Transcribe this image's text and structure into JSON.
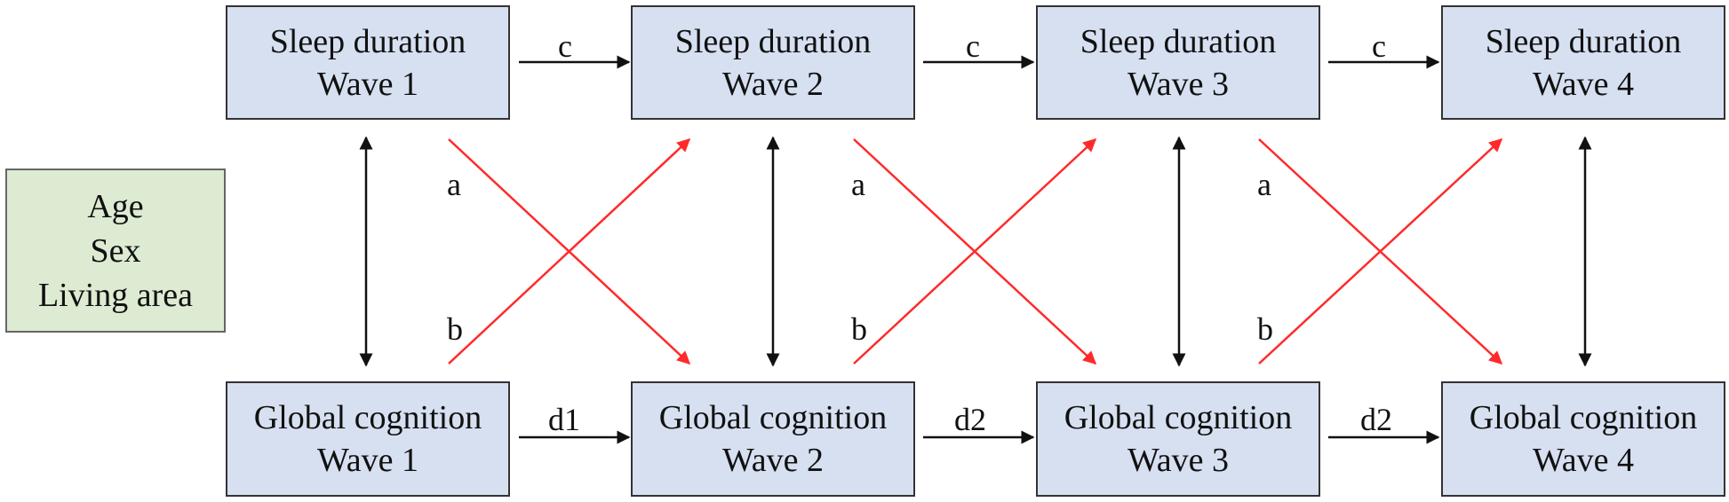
{
  "covariates": [
    "Age",
    "Sex",
    "Living area"
  ],
  "sleep_boxes": [
    {
      "line1": "Sleep duration",
      "line2": "Wave 1"
    },
    {
      "line1": "Sleep duration",
      "line2": "Wave 2"
    },
    {
      "line1": "Sleep duration",
      "line2": "Wave 3"
    },
    {
      "line1": "Sleep duration",
      "line2": "Wave 4"
    }
  ],
  "cognition_boxes": [
    {
      "line1": "Global cognition",
      "line2": "Wave 1"
    },
    {
      "line1": "Global cognition",
      "line2": "Wave 2"
    },
    {
      "line1": "Global cognition",
      "line2": "Wave 3"
    },
    {
      "line1": "Global cognition",
      "line2": "Wave 4"
    }
  ],
  "sleep_path_labels": [
    "c",
    "c",
    "c"
  ],
  "cognition_path_labels": [
    "d1",
    "d2",
    "d2"
  ],
  "cross_path_labels_a": [
    "a",
    "a",
    "a"
  ],
  "cross_path_labels_b": [
    "b",
    "b",
    "b"
  ],
  "colors": {
    "cross_lagged": "#ff2a2a",
    "arrow": "#111111",
    "box_fill": "#d6e0f1",
    "covariate_fill": "#deebd3"
  }
}
